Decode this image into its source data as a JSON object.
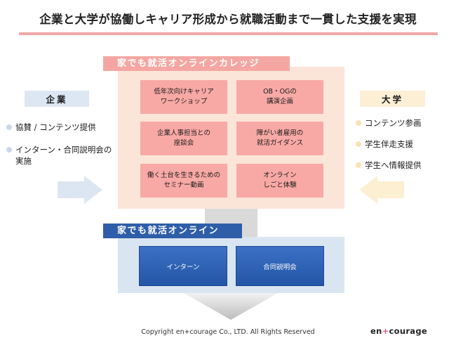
{
  "title": "企業と大学が協働しキャリア形成から就職活動まで一貫した支援を実現",
  "college": {
    "label": "家でも就活オンラインカレッジ",
    "programs": [
      "低年次向けキャリア\nワークショップ",
      "OB・OGの\n講演企画",
      "企業人事担当との\n座談会",
      "障がい者雇用の\n就活ガイダンス",
      "働く土台を生きるための\nセミナー動画",
      "オンライン\nしごと体験"
    ]
  },
  "online": {
    "label": "家でも就活オンライン",
    "items": [
      "インターン",
      "合同説明会"
    ]
  },
  "company": {
    "heading": "企業",
    "items": [
      "協賛 / コンテンツ提供",
      "インターン・合同説明会の実施"
    ]
  },
  "university": {
    "heading": "大学",
    "items": [
      "コンテンツ参画",
      "学生伴走支援",
      "学生へ情報提供"
    ]
  },
  "footer": {
    "copyright": "Copyright en+courage Co., LTD. All Rights Reserved",
    "logo_left": "en",
    "logo_plus": "+",
    "logo_right": "courage"
  },
  "colors": {
    "title_underline": "#f1a7a8",
    "college_bg": "#fbe5d8",
    "college_label": "#f4a7a2",
    "program_box": "#f8a9a5",
    "online_bg": "#dae5f2",
    "online_label": "#2f5ea8",
    "online_box": "#2e63b5",
    "company_accent": "#dde7f3",
    "university_accent": "#fdefd5",
    "connector": "#d9d9d9"
  },
  "icons": [
    "arrow-right-icon",
    "arrow-left-icon",
    "arrow-down-icon"
  ]
}
